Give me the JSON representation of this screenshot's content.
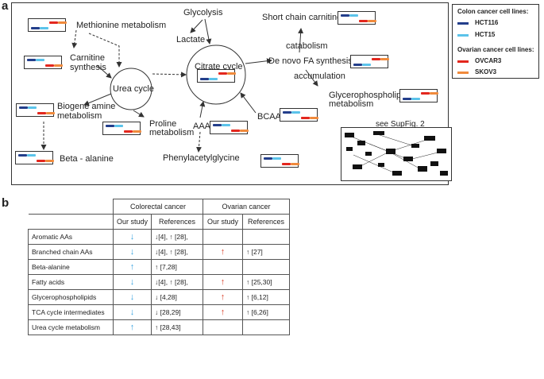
{
  "panels": {
    "a": "a",
    "b": "b"
  },
  "colors": {
    "hct116": "#233e8b",
    "hct15": "#5bc3ea",
    "ovcar3": "#e3271e",
    "skov3": "#f08a3c",
    "up_blue": "#3ba4e0",
    "up_red": "#d9422b"
  },
  "legend": {
    "colon_title": "Colon cancer cell lines:",
    "hct116": "HCT116",
    "hct15": "HCT15",
    "ovarian_title": "Ovarian cancer cell lines:",
    "ovcar3": "OVCAR3",
    "skov3": "SKOV3"
  },
  "pathway": {
    "methionine": "Methionine metabolism",
    "carnitine_1": "Carnitine",
    "carnitine_2": "synthesis",
    "urea": "Urea cycle",
    "glycolysis": "Glycolysis",
    "lactate": "Lactate",
    "citrate": "Citrate cycle",
    "short_chain": "Short chain carnitines",
    "catabolism": "catabolism",
    "de_novo": "De novo FA synthesis",
    "accumulation": "accumulation",
    "glycero_1": "Glycerophospholipid",
    "glycero_2": "metabolism",
    "biogenic_1": "Biogene amine",
    "biogenic_2": "metabolism",
    "proline_1": "Proline",
    "proline_2": "metabolism",
    "aaa": "AAA",
    "bcaa": "BCAA",
    "beta": "Beta - alanine",
    "phenyl": "Phenylacetylglycine",
    "supfig": "see SupFig. 2"
  },
  "table": {
    "group_colorectal": "Colorectal cancer",
    "group_ovarian": "Ovarian cancer",
    "col_our_study": "Our study",
    "col_references": "References",
    "rows": [
      {
        "name": "Aromatic AAs",
        "cr_study": "↓",
        "cr_refs": "↓[4], ↑ [28],",
        "ov_study": "",
        "ov_refs": ""
      },
      {
        "name": "Branched chain AAs",
        "cr_study": "↓",
        "cr_refs": "↓[4], ↑ [28],",
        "ov_study": "↑",
        "ov_refs": "↑ [27]"
      },
      {
        "name": "Beta-alanine",
        "cr_study": "↑",
        "cr_refs": "↑ [7,28]",
        "ov_study": "",
        "ov_refs": ""
      },
      {
        "name": "Fatty acids",
        "cr_study": "↓",
        "cr_refs": "↓[4], ↑ [28],",
        "ov_study": "↑",
        "ov_refs": "↑ [25,30]"
      },
      {
        "name": "Glycerophospholipids",
        "cr_study": "↓",
        "cr_refs": "↓ [4,28]",
        "ov_study": "↑",
        "ov_refs": "↑ [6,12]"
      },
      {
        "name": "TCA cycle intermediates",
        "cr_study": "↓",
        "cr_refs": "↓ [28,29]",
        "ov_study": "↑",
        "ov_refs": "↑ [6,26]"
      },
      {
        "name": "Urea cycle metabolism",
        "cr_study": "↑",
        "cr_refs": "↑ [28,43]",
        "ov_study": "",
        "ov_refs": ""
      }
    ]
  }
}
